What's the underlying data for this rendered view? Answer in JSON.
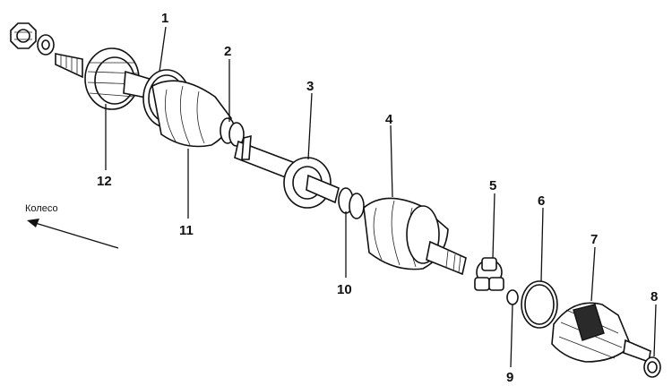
{
  "direction_label": "Колесо",
  "callouts": [
    "1",
    "2",
    "3",
    "4",
    "5",
    "6",
    "7",
    "8",
    "9",
    "10",
    "11",
    "12"
  ]
}
